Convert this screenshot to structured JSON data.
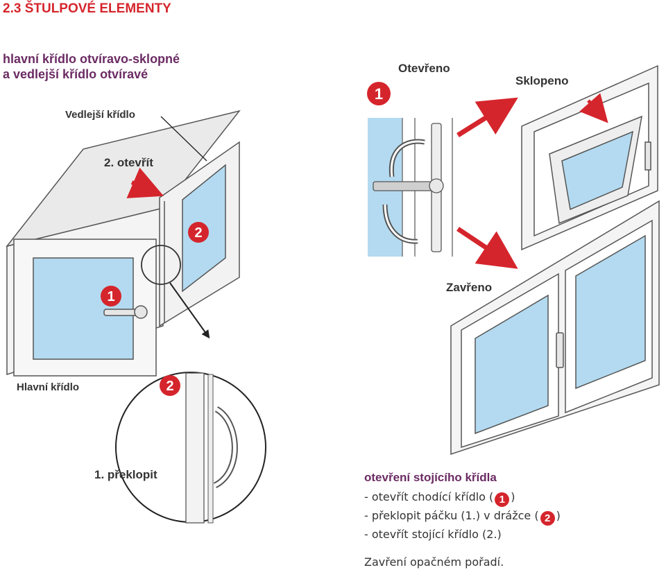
{
  "header": {
    "section_title": "2.3 ŠTULPOVÉ ELEMENTY",
    "subtitle_line1": "hlavní křídlo otvíravo-sklopné",
    "subtitle_line2": "a vedlejší křídlo otvíravé"
  },
  "illustration_labels": {
    "secondary_sash": "Vedlejší křídlo",
    "step_open": "2. otevřít",
    "main_sash": "Hlavní křídlo",
    "step_flip": "1. překlopit",
    "state_open": "Otevřeno",
    "state_tilted": "Sklopeno",
    "state_closed": "Zavřeno"
  },
  "badges": {
    "one": "1",
    "two": "2"
  },
  "instructions": {
    "title": "otevření stojícího křídla",
    "step1_text": "- otevřít chodící křídlo (",
    "step1_badge": "1",
    "step1_end": ")",
    "step2_text": "- překlopit páčku (1.) v drážce (",
    "step2_badge": "2",
    "step2_end": ")",
    "step3_text": "- otevřít stojící křídlo (2.)",
    "closing": "Zavření opačném pořadí."
  },
  "colors": {
    "accent_red": "#d5252c",
    "heading_purple": "#6b2b63",
    "glass_blue": "#b3daf0",
    "text_gray": "#333333"
  }
}
